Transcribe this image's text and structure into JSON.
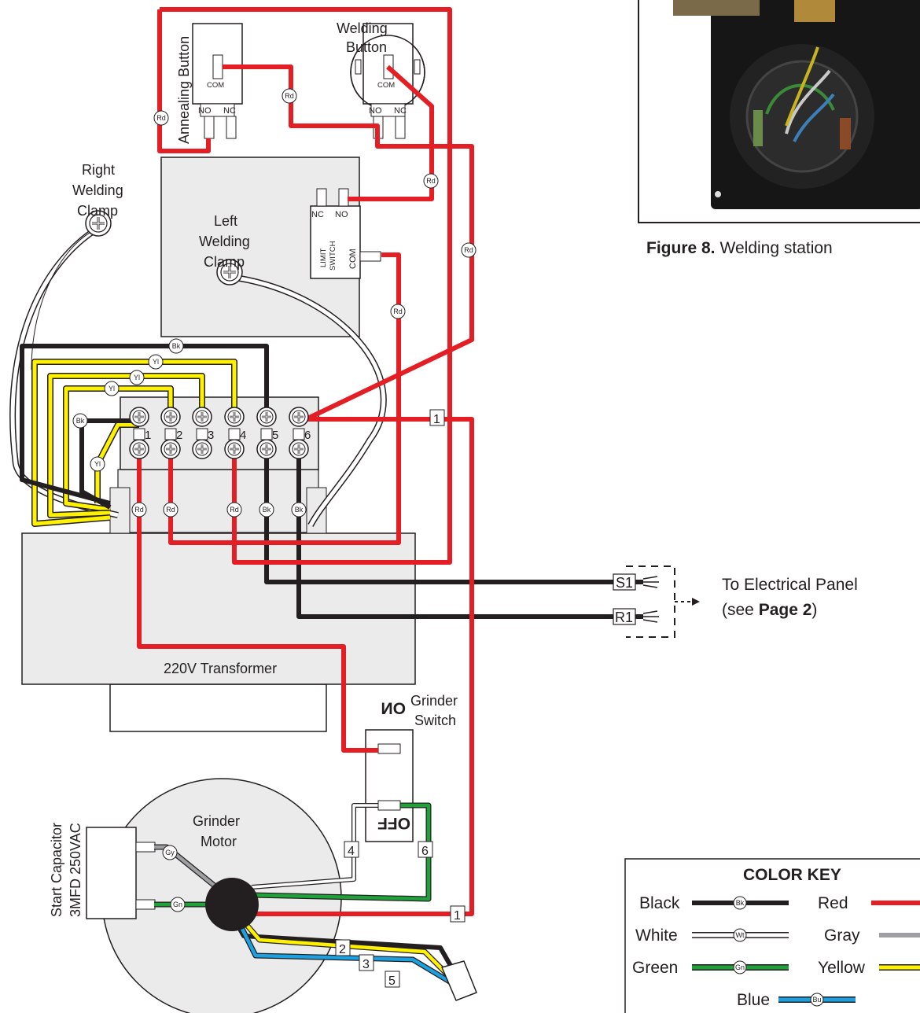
{
  "components": {
    "annealing_button": "Annealing Button",
    "welding_button_l1": "Welding",
    "welding_button_l2": "Button",
    "com": "COM",
    "no": "NO",
    "nc": "NC",
    "right_clamp_l1": "Right",
    "right_clamp_l2": "Welding",
    "right_clamp_l3": "Clamp",
    "left_clamp_l1": "Left",
    "left_clamp_l2": "Welding",
    "left_clamp_l3": "Clamp",
    "limit_switch_l1": "LIMIT",
    "limit_switch_l2": "SWITCH",
    "transformer": "220V Transformer",
    "grinder_switch_l1": "Grinder",
    "grinder_switch_l2": "Switch",
    "switch_on": "ON",
    "switch_off": "OFF",
    "grinder_motor_l1": "Grinder",
    "grinder_motor_l2": "Motor",
    "capacitor_l1": "Start Capacitor",
    "capacitor_l2": "3MFD 250VAC"
  },
  "terminals": [
    "1",
    "2",
    "3",
    "4",
    "5",
    "6"
  ],
  "wire_tags": {
    "rd": "Rd",
    "bk": "Bk",
    "yl": "Yl",
    "gy": "Gy",
    "gn": "Gn",
    "wt": "Wt",
    "bu": "Bu"
  },
  "wire_numbers": {
    "n1": "1",
    "n2": "2",
    "n3": "3",
    "n4": "4",
    "n5": "5",
    "n6": "6"
  },
  "connectors": {
    "s1": "S1",
    "r1": "R1",
    "panel_l1": "To Electrical Panel",
    "panel_l2_pre": "(see ",
    "panel_l2_bold": "Page 2",
    "panel_l2_post": ")"
  },
  "figure": {
    "label": "Figure 8.",
    "caption": "Welding station"
  },
  "color_key": {
    "title": "COLOR KEY",
    "black": "Black",
    "red": "Red",
    "white": "White",
    "gray": "Gray",
    "green": "Green",
    "yellow": "Yellow",
    "blue": "Blue"
  },
  "colors": {
    "red": "#e31e24",
    "black": "#231f20",
    "yellow": "#fff200",
    "green": "#1fa23a",
    "gray": "#9d9fa2",
    "blue": "#1ba1e2",
    "panel": "#ebebec"
  }
}
